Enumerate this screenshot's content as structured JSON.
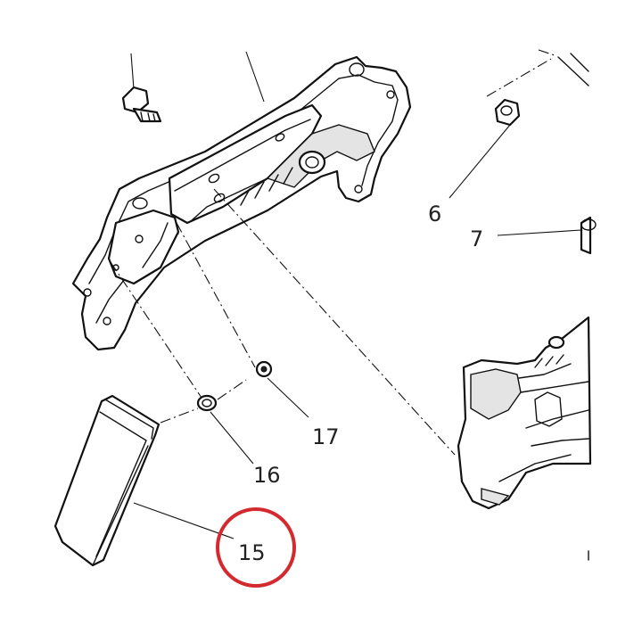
{
  "callouts": {
    "c6": "6",
    "c7": "7",
    "c15": "15",
    "c16": "16",
    "c17": "17"
  },
  "highlight": {
    "target": "15",
    "color": "#d42a2f"
  }
}
